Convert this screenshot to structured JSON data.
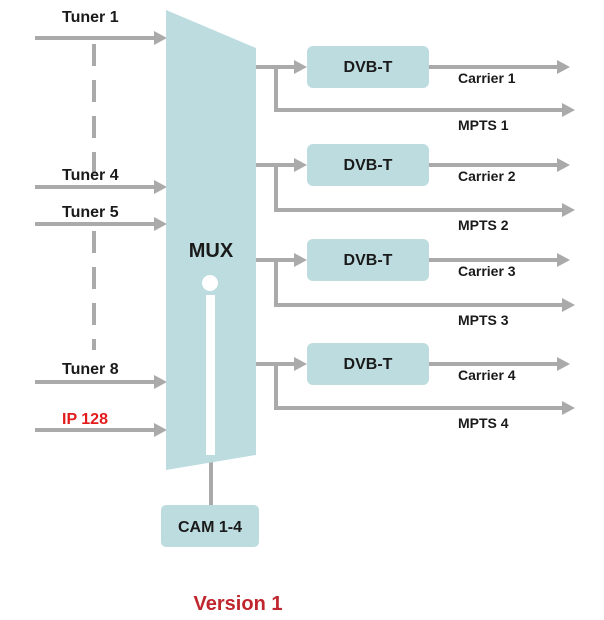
{
  "colors": {
    "line": "#aaaaaa",
    "block_fill": "#bddcdf",
    "text": "#1a1a1a",
    "highlight": "#e21b1b",
    "version": "#c0262d"
  },
  "inputs": [
    {
      "label": "Tuner 1",
      "highlight": false
    },
    {
      "label": "Tuner 4",
      "highlight": false
    },
    {
      "label": "Tuner 5",
      "highlight": false
    },
    {
      "label": "Tuner 8",
      "highlight": false
    },
    {
      "label": "IP 128",
      "highlight": true
    }
  ],
  "mux": {
    "label": "MUX"
  },
  "cam": {
    "label": "CAM 1-4"
  },
  "modulators": [
    {
      "label": "DVB-T",
      "carrier": "Carrier 1",
      "mpts": "MPTS 1"
    },
    {
      "label": "DVB-T",
      "carrier": "Carrier 2",
      "mpts": "MPTS 2"
    },
    {
      "label": "DVB-T",
      "carrier": "Carrier 3",
      "mpts": "MPTS 3"
    },
    {
      "label": "DVB-T",
      "carrier": "Carrier 4",
      "mpts": "MPTS 4"
    }
  ],
  "footer": {
    "version": "Version 1"
  }
}
